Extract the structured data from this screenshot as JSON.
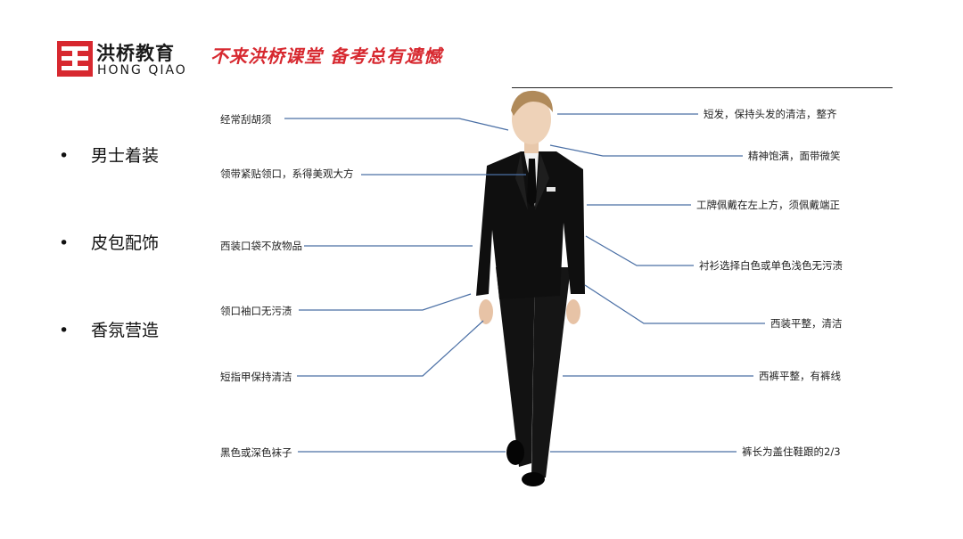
{
  "brand": {
    "name_cn": "洪桥教育",
    "name_en": "HONG QIAO",
    "slogan": "不来洪桥课堂 备考总有遗憾"
  },
  "bullets": [
    "男士着装",
    "皮包配饰",
    "香氛营造"
  ],
  "annotations_left": [
    "经常刮胡须",
    "领带紧贴领口，系得美观大方",
    "西装口袋不放物品",
    "领口袖口无污渍",
    "短指甲保持清洁",
    "黑色或深色袜子"
  ],
  "annotations_right": [
    "短发，保持头发的清洁，整齐",
    "精神饱满，面带微笑",
    "工牌佩戴在左上方，须佩戴端正",
    "衬衫选择白色或单色浅色无污渍",
    "西装平整，清洁",
    "西裤平整，有裤线",
    "裤长为盖住鞋跟的2/3"
  ],
  "colors": {
    "brand_red": "#d7282f",
    "leader_line": "#4a6fa5"
  }
}
